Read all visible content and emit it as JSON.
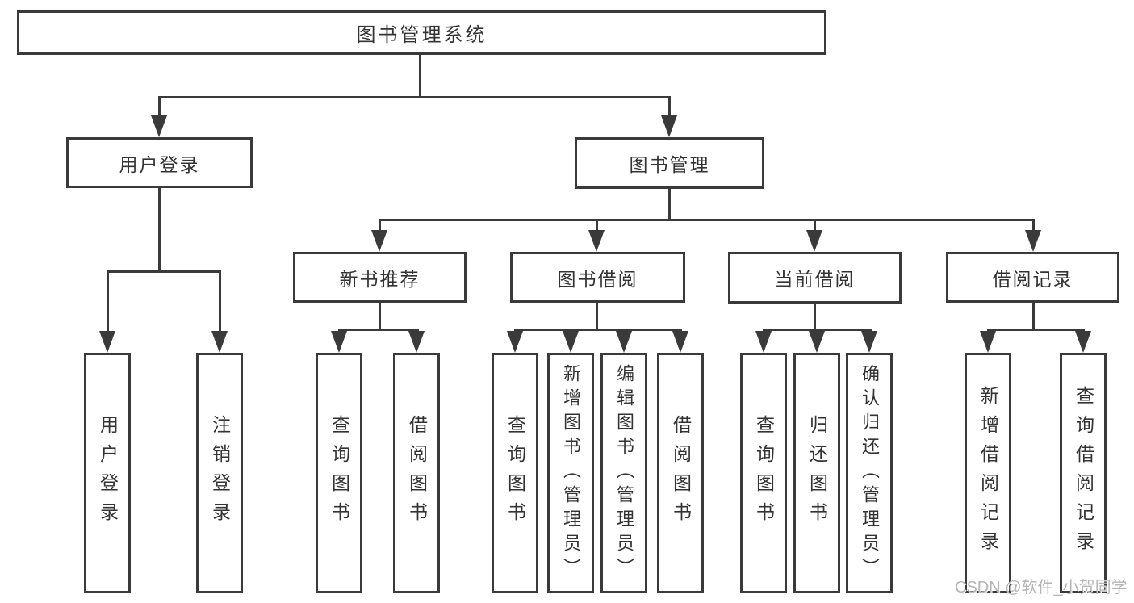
{
  "diagram": {
    "title": "图书管理系统",
    "branches": [
      {
        "label": "用户登录",
        "children": [
          {
            "label": "用户登录"
          },
          {
            "label": "注销登录"
          }
        ]
      },
      {
        "label": "图书管理",
        "children": [
          {
            "label": "新书推荐",
            "children": [
              {
                "label": "查询图书"
              },
              {
                "label": "借阅图书"
              }
            ]
          },
          {
            "label": "图书借阅",
            "children": [
              {
                "label": "查询图书"
              },
              {
                "label": "新增图书（管理员）"
              },
              {
                "label": "编辑图书（管理员）"
              },
              {
                "label": "借阅图书"
              }
            ]
          },
          {
            "label": "当前借阅",
            "children": [
              {
                "label": "查询图书"
              },
              {
                "label": "归还图书"
              },
              {
                "label": "确认归还（管理员）"
              }
            ]
          },
          {
            "label": "借阅记录",
            "children": [
              {
                "label": "新增借阅记录"
              },
              {
                "label": "查询借阅记录"
              }
            ]
          }
        ]
      }
    ]
  },
  "watermark": "CSDN @软件_小贺同学",
  "colors": {
    "line": "#3a3a3a",
    "text": "#333333",
    "watermark": "#b5b5b5",
    "background": "#ffffff"
  }
}
